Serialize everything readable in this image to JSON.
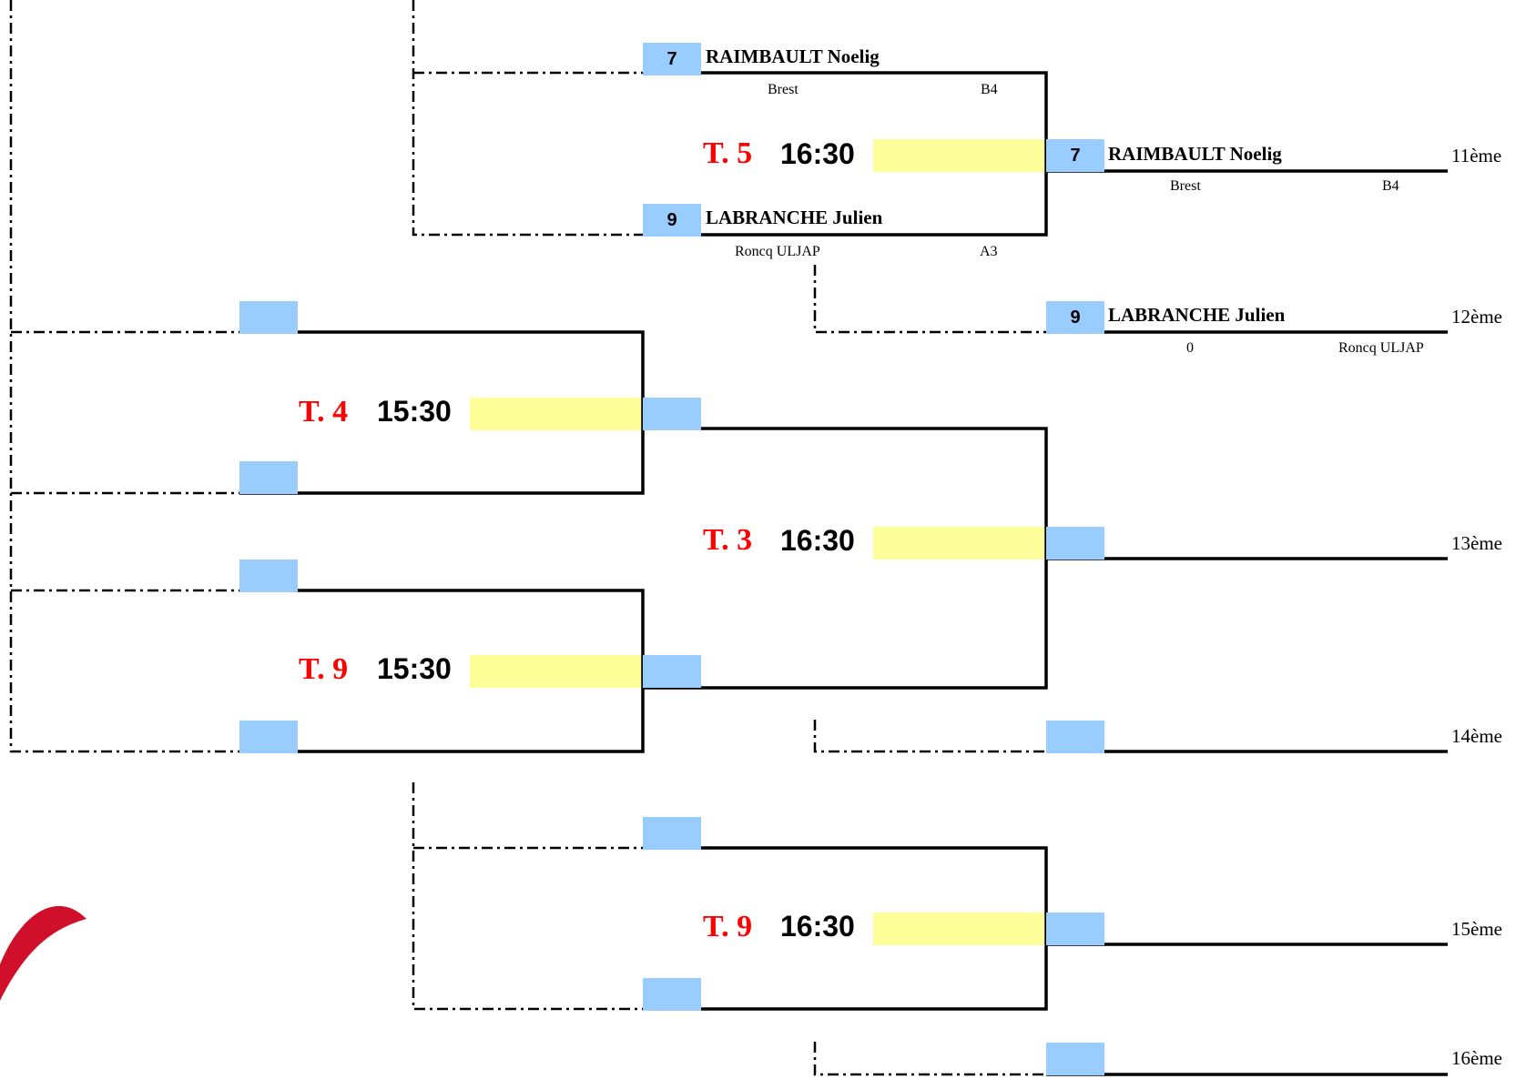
{
  "match_1": {
    "table": "T. 5",
    "time": "16:30",
    "top": {
      "seed": "7",
      "name": "RAIMBAULT Noelig",
      "club": "Brest",
      "rank": "B4"
    },
    "bottom": {
      "seed": "9",
      "name": "LABRANCHE Julien",
      "club": "Roncq ULJAP",
      "rank": "A3"
    }
  },
  "result_11": {
    "seed": "7",
    "name": "RAIMBAULT Noelig",
    "club": "Brest",
    "rank": "B4",
    "place": "11ème"
  },
  "result_12": {
    "seed": "9",
    "name": "LABRANCHE Julien",
    "club": "0",
    "rank": "Roncq ULJAP",
    "place": "12ème"
  },
  "match_2": {
    "table": "T. 4",
    "time": "15:30"
  },
  "match_3": {
    "table": "T. 9",
    "time": "15:30"
  },
  "match_4": {
    "table": "T. 3",
    "time": "16:30"
  },
  "match_5": {
    "table": "T. 9",
    "time": "16:30"
  },
  "places": {
    "p13": "13ème",
    "p14": "14ème",
    "p15": "15ème",
    "p16": "16ème"
  },
  "colors": {
    "seed_box": "#99ccff",
    "time_slot": "#ffff99",
    "table_label": "#ff0000",
    "logo": "#d0102a"
  }
}
